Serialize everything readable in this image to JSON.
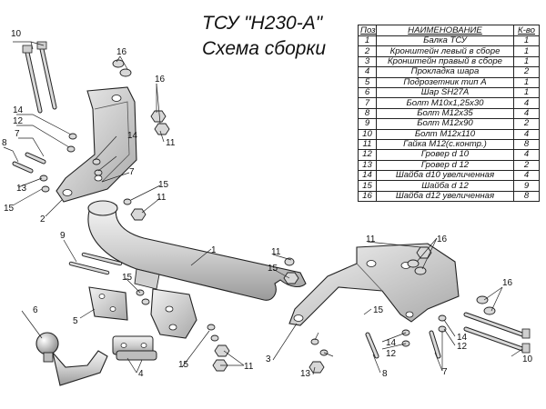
{
  "title_line1": "ТСУ \"Н230-А\"",
  "title_line2": "Схема сборки",
  "table": {
    "headers": {
      "pos": "Поз.",
      "name": "НАИМЕНОВАНИЕ",
      "qty": "К-во"
    },
    "rows": [
      {
        "pos": "1",
        "name": "Балка ТСУ",
        "qty": "1"
      },
      {
        "pos": "2",
        "name": "Кронштейн левый в сборе",
        "qty": "1"
      },
      {
        "pos": "3",
        "name": "Кронштейн правый в сборе",
        "qty": "1"
      },
      {
        "pos": "4",
        "name": "Прокладка шара",
        "qty": "2"
      },
      {
        "pos": "5",
        "name": "Подрозетник тип А",
        "qty": "1"
      },
      {
        "pos": "6",
        "name": "Шар SH27A",
        "qty": "1"
      },
      {
        "pos": "7",
        "name": "Болт М10х1,25х30",
        "qty": "4"
      },
      {
        "pos": "8",
        "name": "Болт М12х35",
        "qty": "4"
      },
      {
        "pos": "9",
        "name": "Болт М12х90",
        "qty": "2"
      },
      {
        "pos": "10",
        "name": "Болт М12х110",
        "qty": "4"
      },
      {
        "pos": "11",
        "name": "Гайка М12(с.контр.)",
        "qty": "8"
      },
      {
        "pos": "12",
        "name": "Гровер d 10",
        "qty": "4"
      },
      {
        "pos": "13",
        "name": "Гровер d 12",
        "qty": "2"
      },
      {
        "pos": "14",
        "name": "Шайба d10 увеличенная",
        "qty": "4"
      },
      {
        "pos": "15",
        "name": "Шайба d 12",
        "qty": "9"
      },
      {
        "pos": "16",
        "name": "Шайба d12 увеличенная",
        "qty": "8"
      }
    ]
  },
  "callouts": {
    "c10a": "10",
    "c16a": "16",
    "c16b": "16",
    "c14a": "14",
    "c12a": "12",
    "c7a": "7",
    "c8a": "8",
    "c13a": "13",
    "c15a": "15",
    "c2": "2",
    "c14b": "14",
    "c11a": "11",
    "c7b": "7",
    "c15b": "15",
    "c11b": "11",
    "c1": "1",
    "c9": "9",
    "c15c": "15",
    "c5": "5",
    "c6": "6",
    "c4": "4",
    "c15d": "15",
    "c11c": "11",
    "c3": "3",
    "c13b": "13",
    "c11d": "11",
    "c15e": "15",
    "c11e": "11",
    "c16c": "16",
    "c16d": "16",
    "c12b": "12",
    "c14c": "14",
    "c15f": "15",
    "c8b": "8",
    "c7c": "7",
    "c10b": "10",
    "c14d": "14",
    "c12c": "12"
  }
}
